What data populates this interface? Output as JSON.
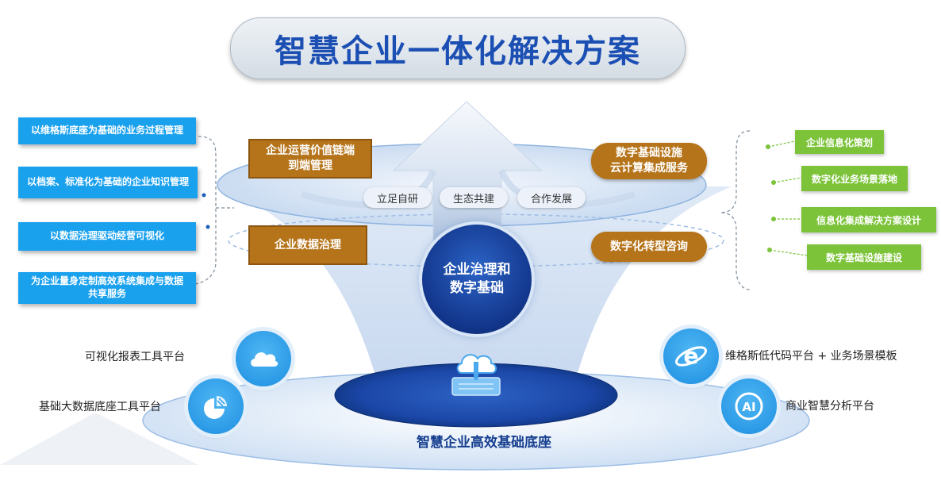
{
  "title": "智慧企业一体化解决方案",
  "left_items": [
    "以维格斯底座为基础的业务过程管理",
    "以档案、标准化为基础的企业知识管理",
    "以数据治理驱动经营可视化",
    "为企业量身定制高效系统集成与数据\n共享服务"
  ],
  "upper_left_block": "企业运营价值链端\n到端管理",
  "lower_left_block": "企业数据治理",
  "upper_right_block": "数字基础设施\n云计算集成服务",
  "lower_right_block": "数字化转型咨询",
  "arrow_tags": [
    "立足自研",
    "生态共建",
    "合作发展"
  ],
  "core_circle": "企业治理和\n数字基础",
  "right_items": [
    "企业信息化策划",
    "数字化业务场景落地",
    "信息化集成解决方案设计",
    "数字基础设施建设"
  ],
  "platforms": {
    "top_left": "可视化报表工具平台",
    "bottom_left": "基础大数据底座工具平台",
    "top_right": "维格斯低代码平台 + 业务场景模板",
    "bottom_right": "商业智慧分析平台"
  },
  "base_label": "智慧企业高效基础底座",
  "icons": [
    "cloud-icon",
    "pie-chart-icon",
    "ie-browser-icon",
    "ai-icon",
    "cloud-server-icon"
  ],
  "colors": {
    "title_text": "#1c4fb3",
    "left_box": "#1aa1ee",
    "brown_block": "#b5741a",
    "green_box": "#7cc33a",
    "core_circle": "#12358a",
    "base_disc": "#1b47a8"
  }
}
